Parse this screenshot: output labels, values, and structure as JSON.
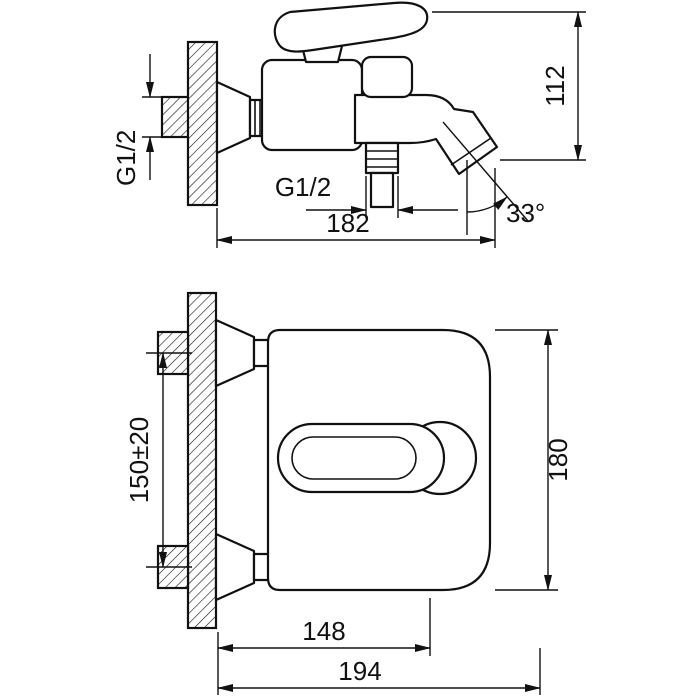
{
  "meta": {
    "bg_color": "#ffffff",
    "ink_color": "#111111",
    "description": "Two-view installation drawing of a wall-mounted bath mixer faucet"
  },
  "side_view": {
    "dims": {
      "height": "112",
      "wall_thread": "G1/2",
      "shower_thread": "G1/2",
      "depth": "182",
      "spout_angle": "33°"
    }
  },
  "front_view": {
    "dims": {
      "mount_spacing": "150±20",
      "body_height": "180",
      "width_inner": "148",
      "width_overall": "194"
    }
  }
}
